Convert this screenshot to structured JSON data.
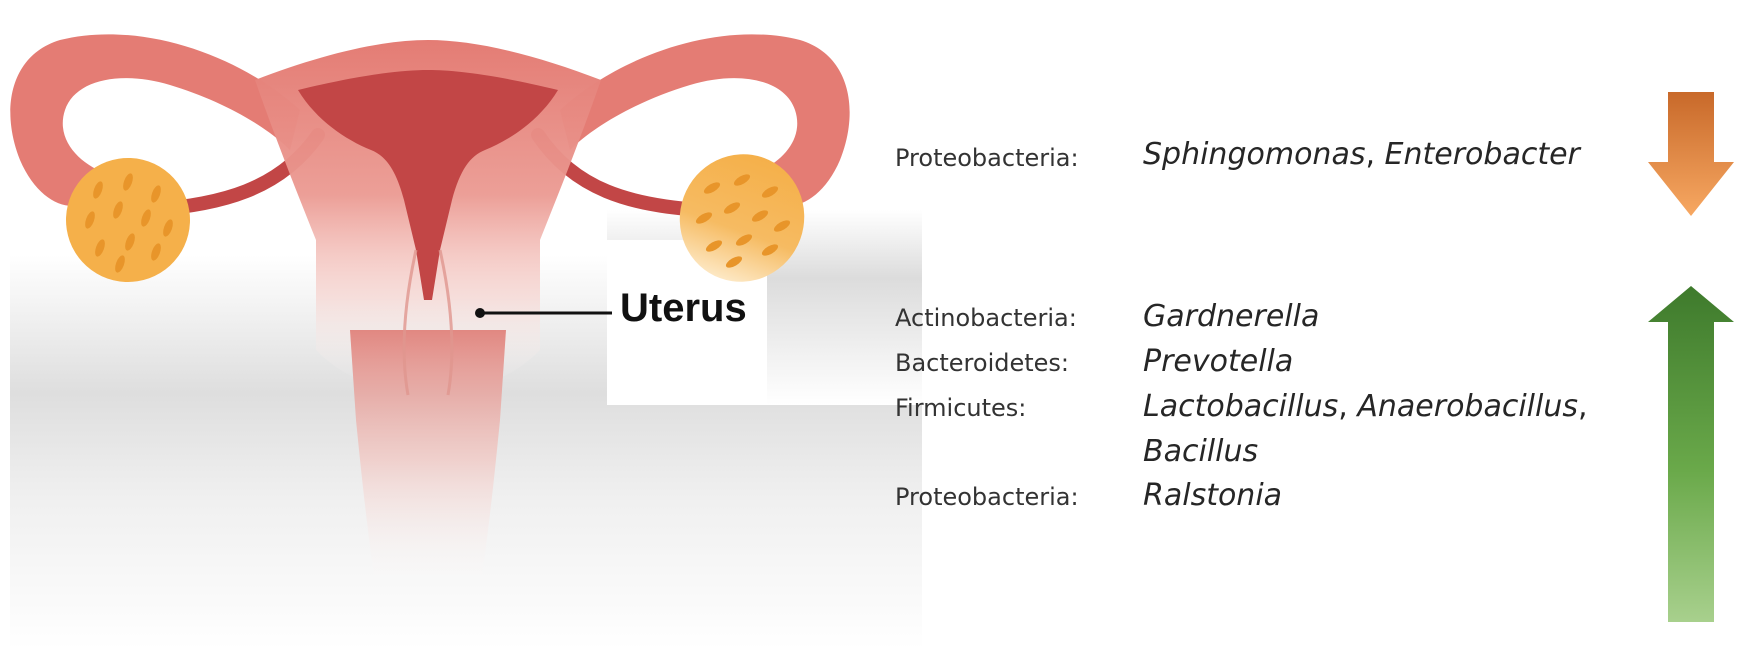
{
  "organ_label": "Uterus",
  "decreased_group": {
    "direction": "decrease",
    "arrow_color": "#d9772e",
    "rows": [
      {
        "phylum": "Proteobacteria:",
        "genera": [
          "Sphingomonas",
          "Enterobacter"
        ]
      }
    ]
  },
  "increased_group": {
    "direction": "increase",
    "arrow_color": "#4e8a36",
    "rows": [
      {
        "phylum": "Actinobacteria:",
        "genera": [
          "Gardnerella"
        ]
      },
      {
        "phylum": "Bacteroidetes:",
        "genera": [
          "Prevotella"
        ]
      },
      {
        "phylum": "Firmicutes:",
        "genera": [
          "Lactobacillus",
          "Anaerobacillus",
          "Bacillus"
        ]
      },
      {
        "phylum": "Proteobacteria:",
        "genera": [
          "Ralstonia"
        ]
      }
    ]
  },
  "colors": {
    "uterus_body": "#e47c74",
    "uterus_cavity": "#c24646",
    "ovary": "#f5b04a",
    "ovary_spots": "#e8952a"
  }
}
